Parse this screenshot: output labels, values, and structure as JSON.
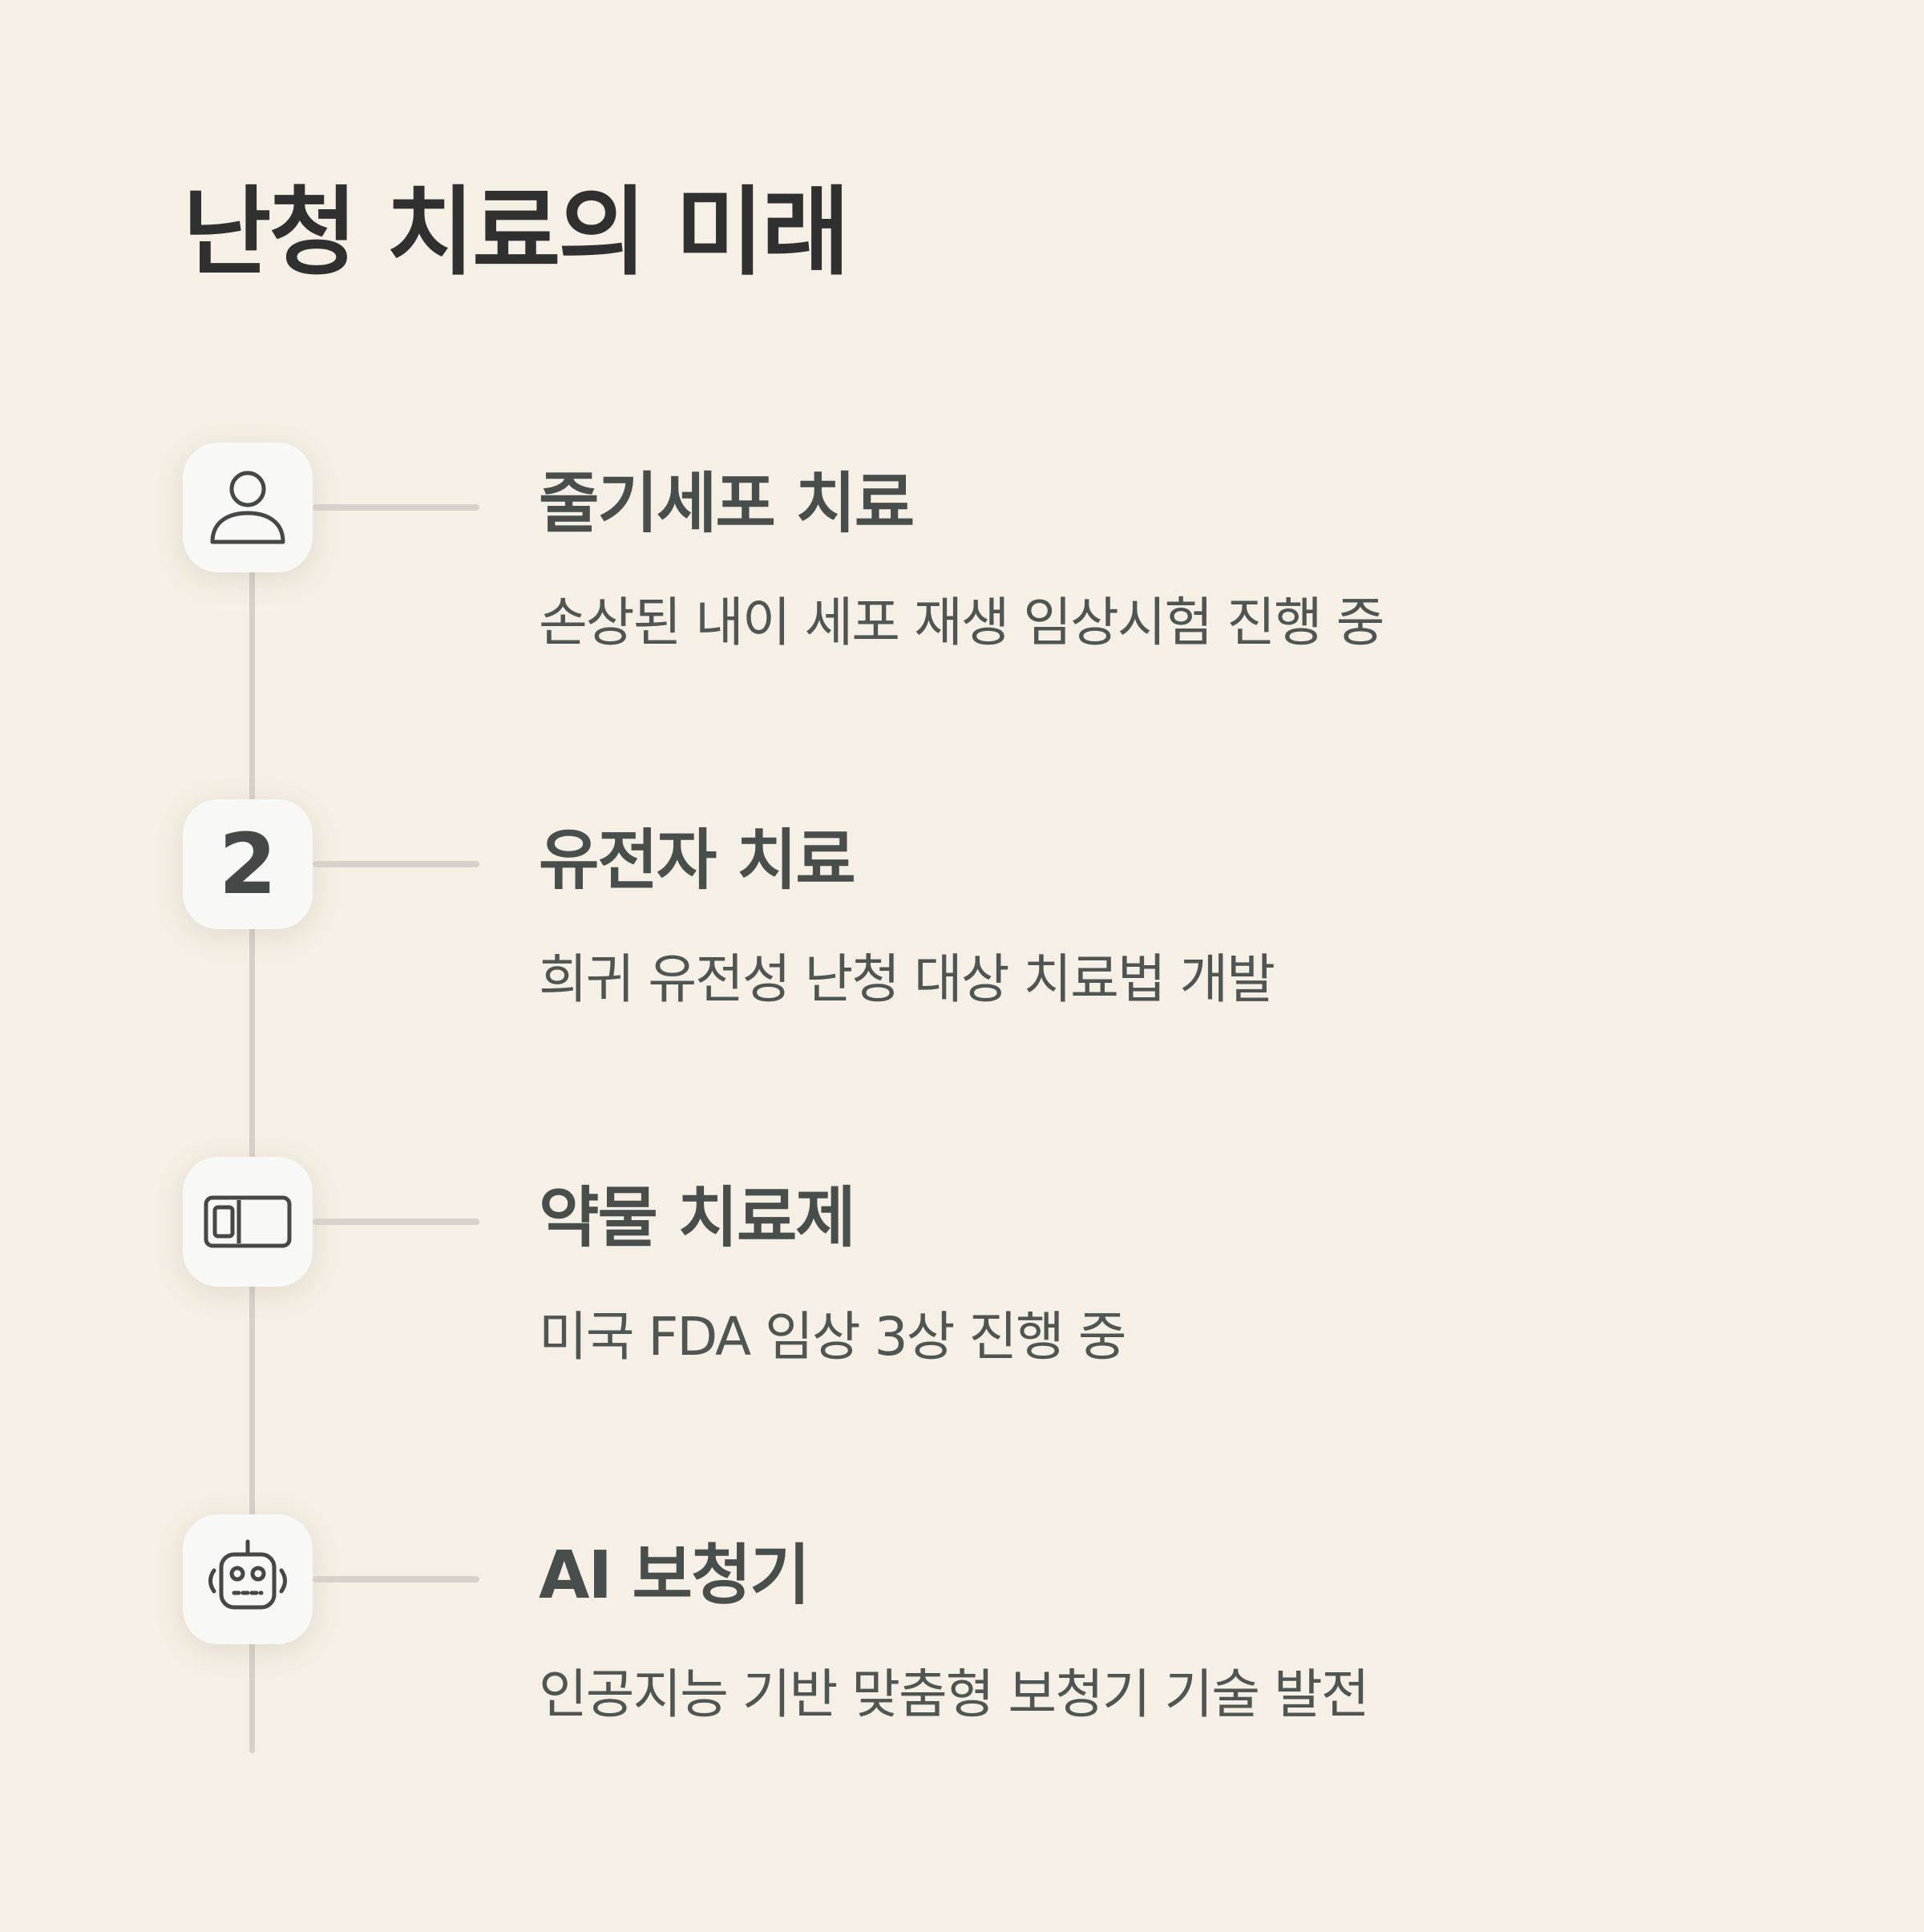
{
  "page": {
    "title": "난청 치료의 미래"
  },
  "items": [
    {
      "icon": "person-icon",
      "title": "줄기세포 치료",
      "description": "손상된 내이 세포 재생 임상시험 진행 중"
    },
    {
      "icon": "number-badge",
      "badge_text": "2",
      "title": "유전자 치료",
      "description": "희귀 유전성 난청 대상 치료법 개발"
    },
    {
      "icon": "pill-capsule-icon",
      "title": "약물 치료제",
      "description": "미국 FDA 임상 3상 진행 중"
    },
    {
      "icon": "robot-icon",
      "title": "AI 보청기",
      "description": "인공지능 기반 맞춤형 보청기 기술 발전"
    }
  ],
  "colors": {
    "background": "#f5efe5",
    "title": "#2f302f",
    "item_title": "#474e4b",
    "item_text": "#4e5552",
    "line": "#d6d2cb",
    "icon_box": "#f8f8f7"
  }
}
